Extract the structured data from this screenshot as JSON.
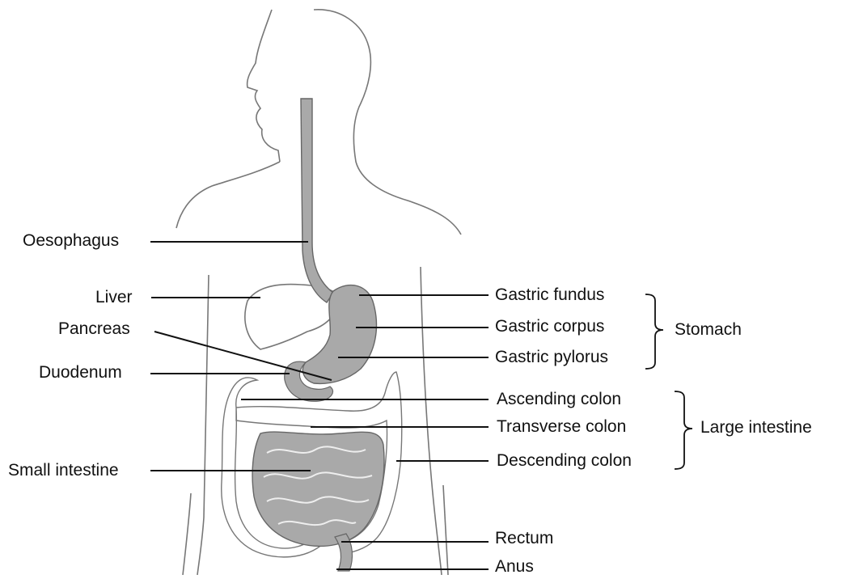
{
  "labels": {
    "oesophagus": "Oesophagus",
    "liver": "Liver",
    "pancreas": "Pancreas",
    "duodenum": "Duodenum",
    "small_intestine": "Small intestine",
    "gastric_fundus": "Gastric fundus",
    "gastric_corpus": "Gastric corpus",
    "gastric_pylorus": "Gastric pylorus",
    "ascending_colon": "Ascending colon",
    "transverse_colon": "Transverse colon",
    "descending_colon": "Descending colon",
    "rectum": "Rectum",
    "anus": "Anus"
  },
  "groups": {
    "stomach": "Stomach",
    "large_intestine": "Large intestine"
  },
  "colors": {
    "organ_fill": "#a9a9a9",
    "outline": "#666666",
    "leader": "#111111"
  }
}
